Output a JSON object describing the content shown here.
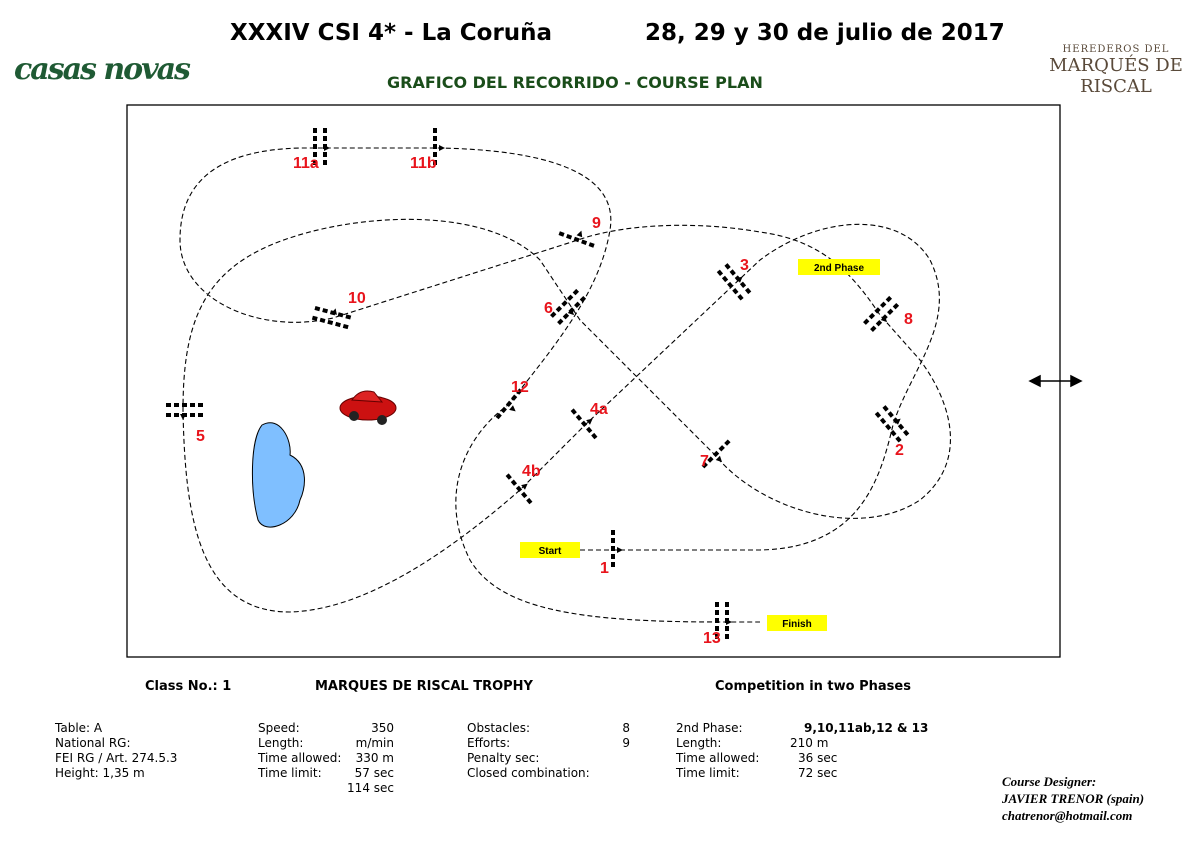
{
  "header": {
    "event": "XXXIV CSI 4* - La Coruña",
    "dates": "28, 29 y 30 de julio de 2017",
    "subtitle": "GRAFICO DEL RECORRIDO - COURSE PLAN",
    "sponsor_left": "casas novas",
    "sponsor_right_line1": "HEREDEROS DEL",
    "sponsor_right_line2": "MARQUÉS DE RISCAL"
  },
  "course": {
    "obstacles": [
      "1",
      "2",
      "3",
      "4a",
      "4b",
      "5",
      "6",
      "7",
      "8",
      "9",
      "10",
      "11a",
      "11b",
      "12",
      "13"
    ],
    "start_label": "Start",
    "finish_label": "Finish",
    "phase2_label": "2nd Phase",
    "colors": {
      "labels": "#e8141c",
      "flags": "#ffff00",
      "pond": "#7fbfff",
      "car": "#cc1111"
    }
  },
  "class_info": {
    "class_no": "Class No.: 1",
    "trophy": "MARQUES DE RISCAL TROPHY",
    "competition": "Competition in two Phases",
    "col1": [
      "Table: A",
      "National RG:",
      "FEI RG / Art. 274.5.3",
      "Height: 1,35 m"
    ],
    "col2_labels": [
      "Speed:",
      "Length:",
      "Time allowed:",
      "Time limit:"
    ],
    "col2_values": [
      "350 m/min",
      "330 m",
      "57 sec",
      "114 sec"
    ],
    "col3_labels": [
      "Obstacles:",
      "Efforts:",
      "Penalty sec:",
      "Closed combination:"
    ],
    "col3_values": [
      "8",
      "9",
      "",
      ""
    ],
    "col4_labels": [
      "2nd Phase:",
      "Length:",
      "Time allowed:",
      "Time limit:"
    ],
    "col4_values": [
      "9,10,11ab,12 & 13",
      "210 m",
      "36 sec",
      "72 sec"
    ]
  },
  "designer": {
    "title": "Course Designer:",
    "name": "JAVIER TRENOR (spain)",
    "email": "chatrenor@hotmail.com"
  }
}
